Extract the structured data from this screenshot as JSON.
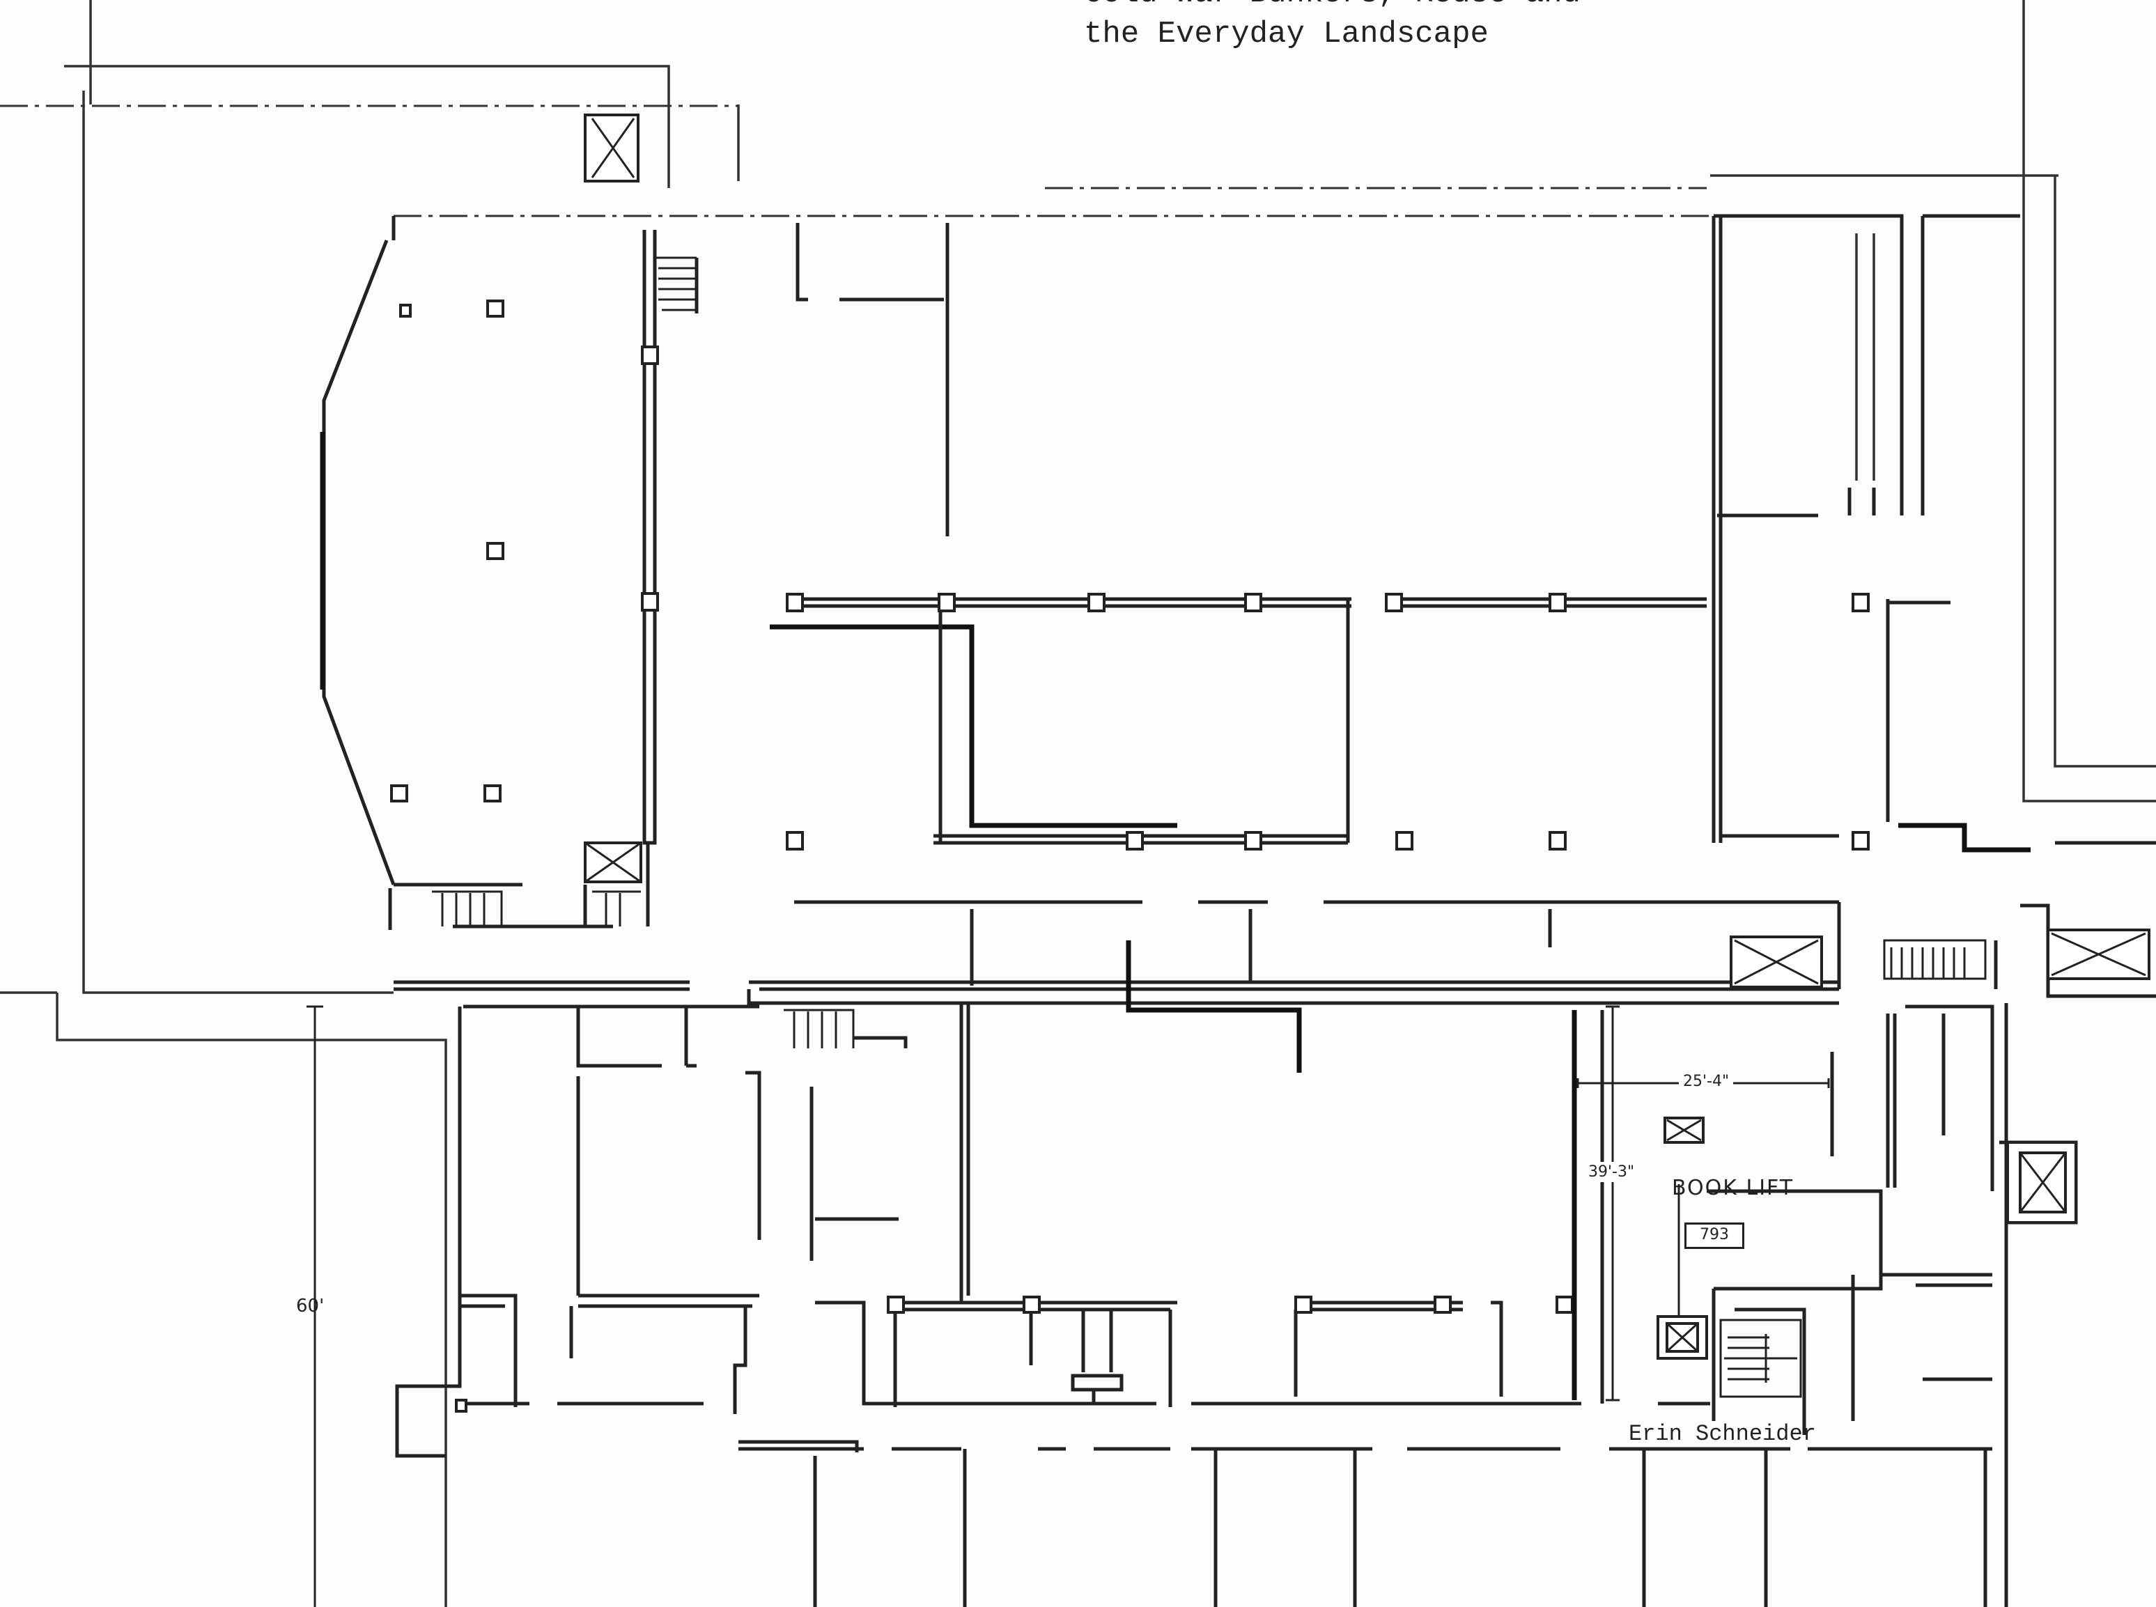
{
  "title_lines": [
    "Cold War Bunkers, Reuse and",
    "the Everyday Landscape"
  ],
  "dimensions": {
    "width_label": "25'-4\"",
    "height_label": "39'-3\"",
    "left_label": "60'"
  },
  "labels": {
    "book_lift": "BOOK LIFT",
    "room_number": "793"
  },
  "author": "Erin Schneider",
  "colors": {
    "ink": "#222222",
    "paper": "#fdfdfd"
  }
}
